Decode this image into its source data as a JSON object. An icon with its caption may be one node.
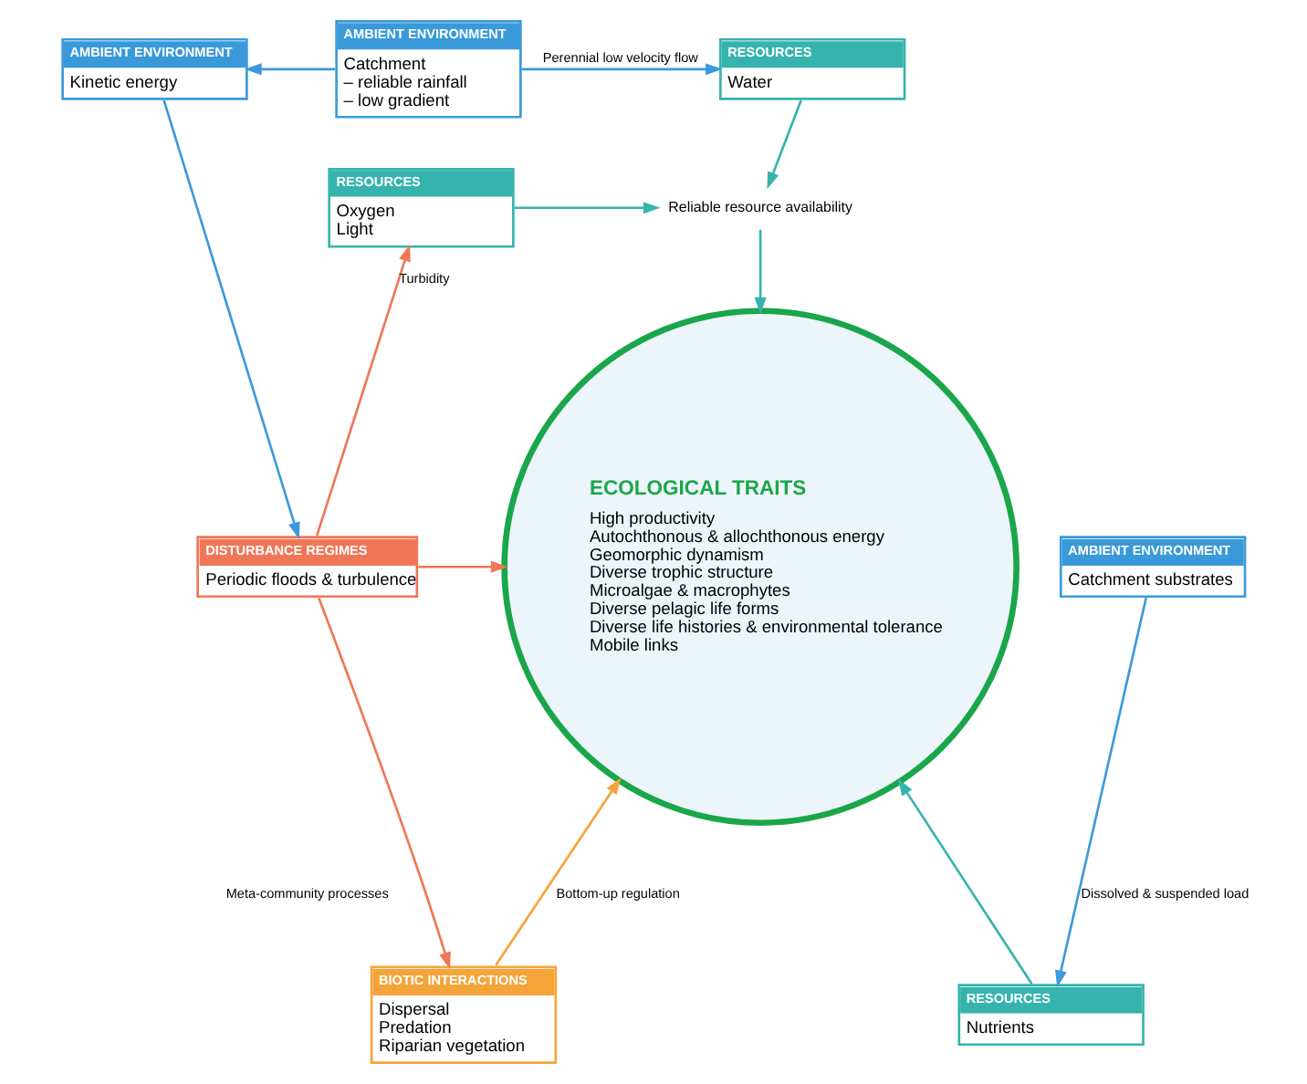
{
  "diagram": {
    "nodes": [
      {
        "text": [
          "AMBIENT ENVIRONMENT",
          "Kinetic energy"
        ]
      },
      {
        "text": [
          "RESOURCES",
          "Water"
        ]
      },
      {
        "text": [
          "AMBIENT ENVIRONMENT",
          "Catchment",
          "– reliable rainfall",
          "– low gradient"
        ]
      },
      {
        "text": [
          "RESOURCES",
          "Oxygen",
          "Light"
        ]
      },
      {
        "text": [
          "Reliable resource availability"
        ]
      },
      {
        "text": [
          "DISTURBANCE REGIMES",
          "Periodic floods & turbulence"
        ]
      },
      {
        "text": [
          "ECOLOGICAL TRAITS",
          "High productivity",
          "Autochthonous & allochthonous energy",
          "Geomorphic dynamism",
          "Diverse trophic structure",
          "Microalgae & macrophytes",
          "Diverse pelagic life forms",
          "Diverse life histories & environmental tolerance",
          "Mobile links"
        ]
      },
      {
        "text": [
          "AMBIENT ENVIRONMENT",
          "Catchment substrates"
        ]
      },
      {
        "text": [
          "BIOTIC INTERACTIONS",
          "Dispersal",
          "Predation",
          "Riparian vegetation"
        ]
      },
      {
        "text": [
          "RESOURCES",
          "Nutrients"
        ]
      }
    ],
    "edges": [
      {
        "from": 2,
        "to": 0,
        "arrow": "to",
        "color": "#3a9ad9"
      },
      {
        "from": 2,
        "to": 1,
        "arrow": "to",
        "label": "Perennial low velocity flow",
        "color": "#3a9ad9"
      },
      {
        "from": 0,
        "to": 5,
        "arrow": "to",
        "color": "#3a9ad9"
      },
      {
        "from": 1,
        "to": 4,
        "arrow": "to",
        "color": "#36b3ad"
      },
      {
        "from": 3,
        "to": 4,
        "arrow": "to",
        "color": "#36b3ad"
      },
      {
        "from": 4,
        "to": 6,
        "arrow": "to",
        "color": "#36b3ad"
      },
      {
        "from": 5,
        "to": 3,
        "arrow": "to",
        "label": "Turbidity",
        "color": "#ef7757"
      },
      {
        "from": 5,
        "to": 6,
        "arrow": "to",
        "color": "#ef7757"
      },
      {
        "from": 5,
        "to": 8,
        "arrow": "to",
        "color": "#ef7757"
      },
      {
        "from": 8,
        "to": 6,
        "arrow": "to",
        "label": "Bottom-up regulation",
        "color": "#f5a43a"
      },
      {
        "from": 7,
        "to": 9,
        "arrow": "to",
        "label": "Dissolved & suspended load",
        "color": "#3a9ad9"
      },
      {
        "from": 9,
        "to": 6,
        "arrow": "to",
        "color": "#36b3ad"
      }
    ],
    "labels": [
      "Meta-community processes"
    ]
  }
}
